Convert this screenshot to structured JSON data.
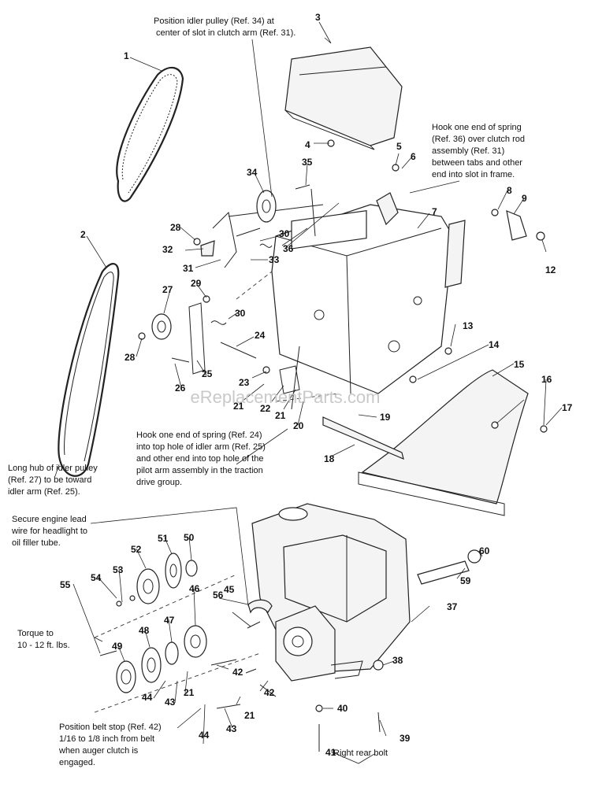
{
  "watermark": "eReplacementParts.com",
  "notes": {
    "idler_position_1": "Position idler pulley (Ref. 34) at",
    "idler_position_2": "center of slot in clutch arm (Ref. 31).",
    "spring36_1": "Hook one end of spring",
    "spring36_2": "(Ref. 36) over clutch rod",
    "spring36_3": "assembly (Ref. 31)",
    "spring36_4": "between tabs and other",
    "spring36_5": "end into slot in frame.",
    "spring24_1": "Hook one end of spring (Ref. 24)",
    "spring24_2": "into top hole of idler arm (Ref. 25)",
    "spring24_3": "and other end into top hole of the",
    "spring24_4": "pilot arm assembly in the traction",
    "spring24_5": "drive group.",
    "hub_1": "Long hub of idler pulley",
    "hub_2": "(Ref. 27) to be toward",
    "hub_3": "idler arm (Ref. 25).",
    "lead_1": "Secure engine lead",
    "lead_2": "wire for headlight to",
    "lead_3": "oil filler tube.",
    "torque_1": "Torque to",
    "torque_2": "10 - 12 ft. lbs.",
    "beltstop_1": "Position belt stop (Ref. 42)",
    "beltstop_2": "1/16 to 1/8 inch from belt",
    "beltstop_3": "when auger clutch is",
    "beltstop_4": "engaged.",
    "rear_bolt": "Right rear bolt"
  },
  "refs": [
    "1",
    "2",
    "3",
    "4",
    "5",
    "6",
    "7",
    "8",
    "9",
    "12",
    "13",
    "14",
    "15",
    "16",
    "17",
    "18",
    "19",
    "20",
    "21",
    "21",
    "21",
    "21",
    "22",
    "23",
    "24",
    "25",
    "26",
    "27",
    "28",
    "28",
    "29",
    "30",
    "30",
    "31",
    "32",
    "33",
    "34",
    "35",
    "36",
    "37",
    "38",
    "39",
    "40",
    "41",
    "42",
    "42",
    "43",
    "43",
    "44",
    "44",
    "45",
    "46",
    "47",
    "48",
    "49",
    "50",
    "51",
    "52",
    "53",
    "54",
    "55",
    "56",
    "59",
    "60"
  ]
}
